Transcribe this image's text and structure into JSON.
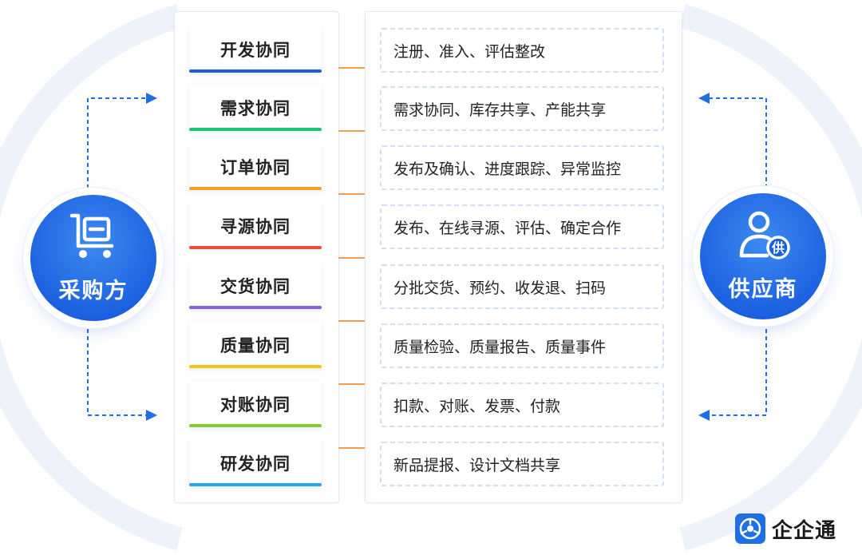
{
  "buyer": {
    "label": "采购方",
    "icon": "shopping-cart-icon"
  },
  "supplier": {
    "label": "供应商",
    "icon": "supplier-user-icon",
    "badge": "供"
  },
  "categories": [
    {
      "label": "开发协同",
      "color": "#1f5fd6"
    },
    {
      "label": "需求协同",
      "color": "#22c47b"
    },
    {
      "label": "订单协同",
      "color": "#f5a025"
    },
    {
      "label": "寻源协同",
      "color": "#ef4d3c"
    },
    {
      "label": "交货协同",
      "color": "#8a5ee0"
    },
    {
      "label": "质量协同",
      "color": "#f5c518"
    },
    {
      "label": "对账协同",
      "color": "#7dcf2c"
    },
    {
      "label": "研发协同",
      "color": "#2aa3f2"
    }
  ],
  "descriptions": [
    "注册、准入、评估整改",
    "需求协同、库存共享、产能共享",
    "发布及确认、进度跟踪、异常监控",
    "发布、在线寻源、评估、确定合作",
    "分批交货、预约、收发退、扫码",
    "质量检验、质量报告、质量事件",
    "扣款、对账、发票、付款",
    "新品提报、设计文档共享"
  ],
  "brand": {
    "name": "企企通",
    "icon": "qiqitong-logo-icon"
  },
  "colors": {
    "primary": "#1a5fe0",
    "connector": "#f39c4a",
    "dashed_border": "#cfe0f6",
    "arc": "#eef3fb"
  }
}
